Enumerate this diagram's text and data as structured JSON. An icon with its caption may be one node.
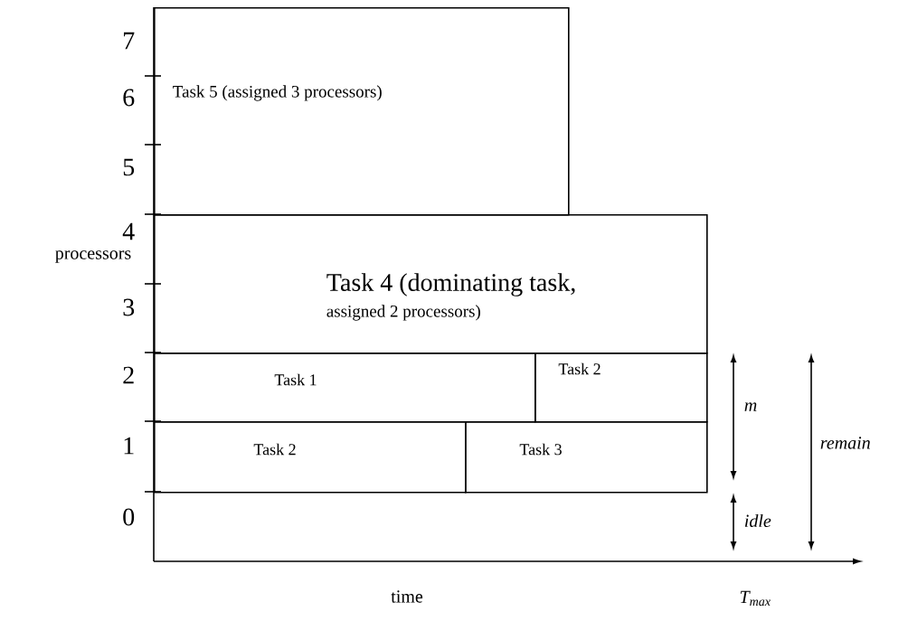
{
  "diagram": {
    "nodes": [
      {
        "text": [
          "Task 5 (assigned 3 processors)"
        ]
      },
      {
        "text": [
          "Task 4 (dominating task,",
          "assigned 2 processors)"
        ]
      },
      {
        "text": [
          "Task 1"
        ]
      },
      {
        "text": [
          "Task 2"
        ]
      },
      {
        "text": [
          "Task 2"
        ]
      },
      {
        "text": [
          "Task 3"
        ]
      }
    ],
    "edges": [],
    "labels": [
      "7",
      "6",
      "5",
      "4",
      "processors",
      "3",
      "2",
      "1",
      "0",
      "m",
      "remain",
      "idle",
      "time",
      "T$_{max}$"
    ]
  }
}
